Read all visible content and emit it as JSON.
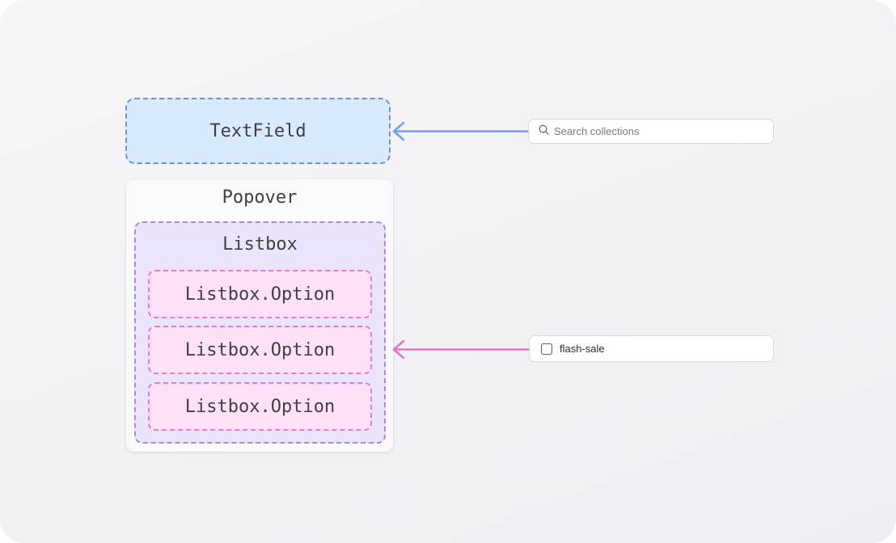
{
  "diagram": {
    "textfield_label": "TextField",
    "popover_label": "Popover",
    "listbox_label": "Listbox",
    "options": [
      {
        "label": "Listbox.Option"
      },
      {
        "label": "Listbox.Option"
      },
      {
        "label": "Listbox.Option"
      }
    ]
  },
  "preview": {
    "search": {
      "placeholder": "Search collections",
      "icon": "search-icon"
    },
    "checkbox_item": {
      "label": "flash-sale",
      "checked": false
    }
  },
  "colors": {
    "textfield_fill": "#d9eafc",
    "textfield_border": "#6e8fd0",
    "listbox_fill": "#ece4fb",
    "listbox_border": "#a78ad9",
    "option_fill": "#ffe1f7",
    "option_border": "#e77ad0",
    "arrow_blue": "#6f9ff0",
    "arrow_pink": "#e572cf"
  }
}
